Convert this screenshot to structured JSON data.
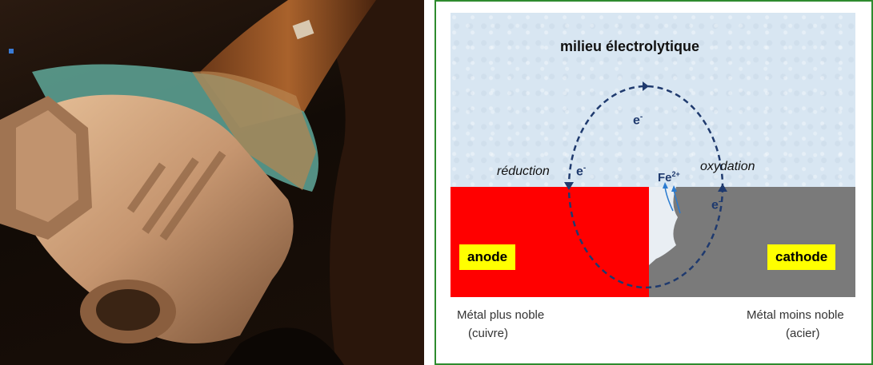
{
  "diagram": {
    "title": "milieu électrolytique",
    "reduction": "réduction",
    "oxydation": "oxydation",
    "electron": "e",
    "electron_sup": "-",
    "ion": "Fe",
    "ion_sup": "2+",
    "anode": "anode",
    "cathode": "cathode",
    "left_metal": "Métal plus noble",
    "left_metal_sub": "(cuivre)",
    "right_metal": "Métal moins noble",
    "right_metal_sub": "(acier)"
  },
  "colors": {
    "anode_block": "#ff0000",
    "cathode_block": "#7a7a7a",
    "electrolyte": "#d8e6f2",
    "label_bg": "#ffff00",
    "frame": "#2e8b2e"
  }
}
